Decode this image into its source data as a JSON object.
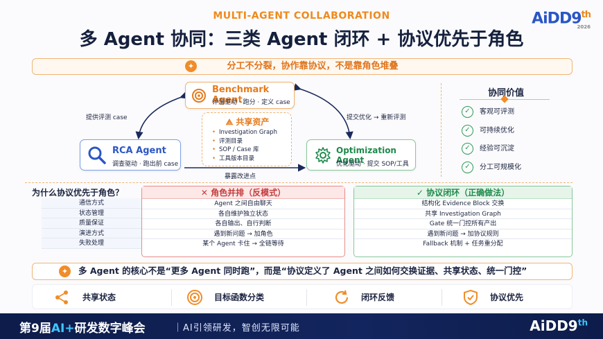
{
  "eyebrow": "MULTI-AGENT COLLABORATION",
  "title": "多 Agent 协同：三类 Agent 闭环 + 协议优先于角色",
  "logo": {
    "text": "AiDD9",
    "sup": "th",
    "year": "2026"
  },
  "banner": "分工不分裂，协作靠协议，不是靠角色堆叠",
  "agents": {
    "benchmark": {
      "name": "Benchmark Agent",
      "sub": "评测驱动 · 跑分 · 定义 case"
    },
    "rca": {
      "name": "RCA Agent",
      "sub": "调查驱动 · 跑出前 case"
    },
    "optimization": {
      "name": "Optimization Agent",
      "sub": "优化驱动 · 提交 SOP/工具"
    }
  },
  "flows": {
    "left": "提供评测 case",
    "right": "提交优化 → 重新评测",
    "bottom": "暴露改进点"
  },
  "shared": {
    "title": "共享资产",
    "items": [
      "Investigation Graph",
      "评测目录",
      "SOP / Case 库",
      "工具版本目录"
    ]
  },
  "value": {
    "title": "协同价值",
    "items": [
      "客观可评测",
      "可持续优化",
      "经验可沉淀",
      "分工可规模化"
    ]
  },
  "table": {
    "question": "为什么协议优先于角色？",
    "aspects": [
      "通信方式",
      "状态管理",
      "质量保证",
      "演进方式",
      "失败处理"
    ],
    "anti": {
      "title": "✕  角色并排（反模式）",
      "rows": [
        "Agent 之间自由聊天",
        "各自维护独立状态",
        "各自输出、自行判断",
        "遇到新问题 → 加角色",
        "某个 Agent 卡住 → 全链等待"
      ]
    },
    "pro": {
      "title": "✓  协议闭环（正确做法）",
      "rows": [
        "结构化 Evidence Block 交换",
        "共享 Investigation Graph",
        "Gate 统一门控所有产出",
        "遇到新问题 → 加协议规则",
        "Fallback 机制 + 任务重分配"
      ]
    }
  },
  "core": "多 Agent 的核心不是“更多 Agent 同时跑”，而是“协议定义了 Agent 之间如何交换证据、共享状态、统一门控”",
  "features": [
    "共享状态",
    "目标函数分类",
    "闭环反馈",
    "协议优先"
  ],
  "footer": {
    "left_a": "第9届",
    "left_b": "AI+",
    "left_c": "研发数字峰会",
    "mid": "｜AI引领研发，智创无限可能",
    "right": "AiDD9",
    "right_sup": "th"
  },
  "colors": {
    "orange": "#f08d2a",
    "blue": "#2b57c4",
    "green": "#1e8a4c",
    "red": "#c33d3d",
    "navy": "#0d1c4a"
  }
}
